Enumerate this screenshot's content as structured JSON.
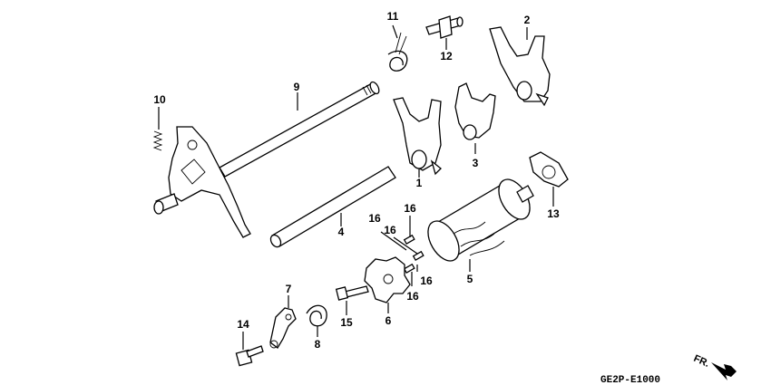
{
  "diagram": {
    "callouts": [
      {
        "id": "c1",
        "text": "1"
      },
      {
        "id": "c2",
        "text": "2"
      },
      {
        "id": "c3",
        "text": "3"
      },
      {
        "id": "c4",
        "text": "4"
      },
      {
        "id": "c5",
        "text": "5"
      },
      {
        "id": "c6",
        "text": "6"
      },
      {
        "id": "c7",
        "text": "7"
      },
      {
        "id": "c8",
        "text": "8"
      },
      {
        "id": "c9",
        "text": "9"
      },
      {
        "id": "c10",
        "text": "10"
      },
      {
        "id": "c11",
        "text": "11"
      },
      {
        "id": "c12",
        "text": "12"
      },
      {
        "id": "c13",
        "text": "13"
      },
      {
        "id": "c14",
        "text": "14"
      },
      {
        "id": "c15",
        "text": "15"
      },
      {
        "id": "c16a",
        "text": "16"
      },
      {
        "id": "c16b",
        "text": "16"
      },
      {
        "id": "c16c",
        "text": "16"
      },
      {
        "id": "c16d",
        "text": "16"
      },
      {
        "id": "c16e",
        "text": "16"
      }
    ],
    "diagram_code": "GE2P-E1000",
    "direction_label": "FR."
  }
}
